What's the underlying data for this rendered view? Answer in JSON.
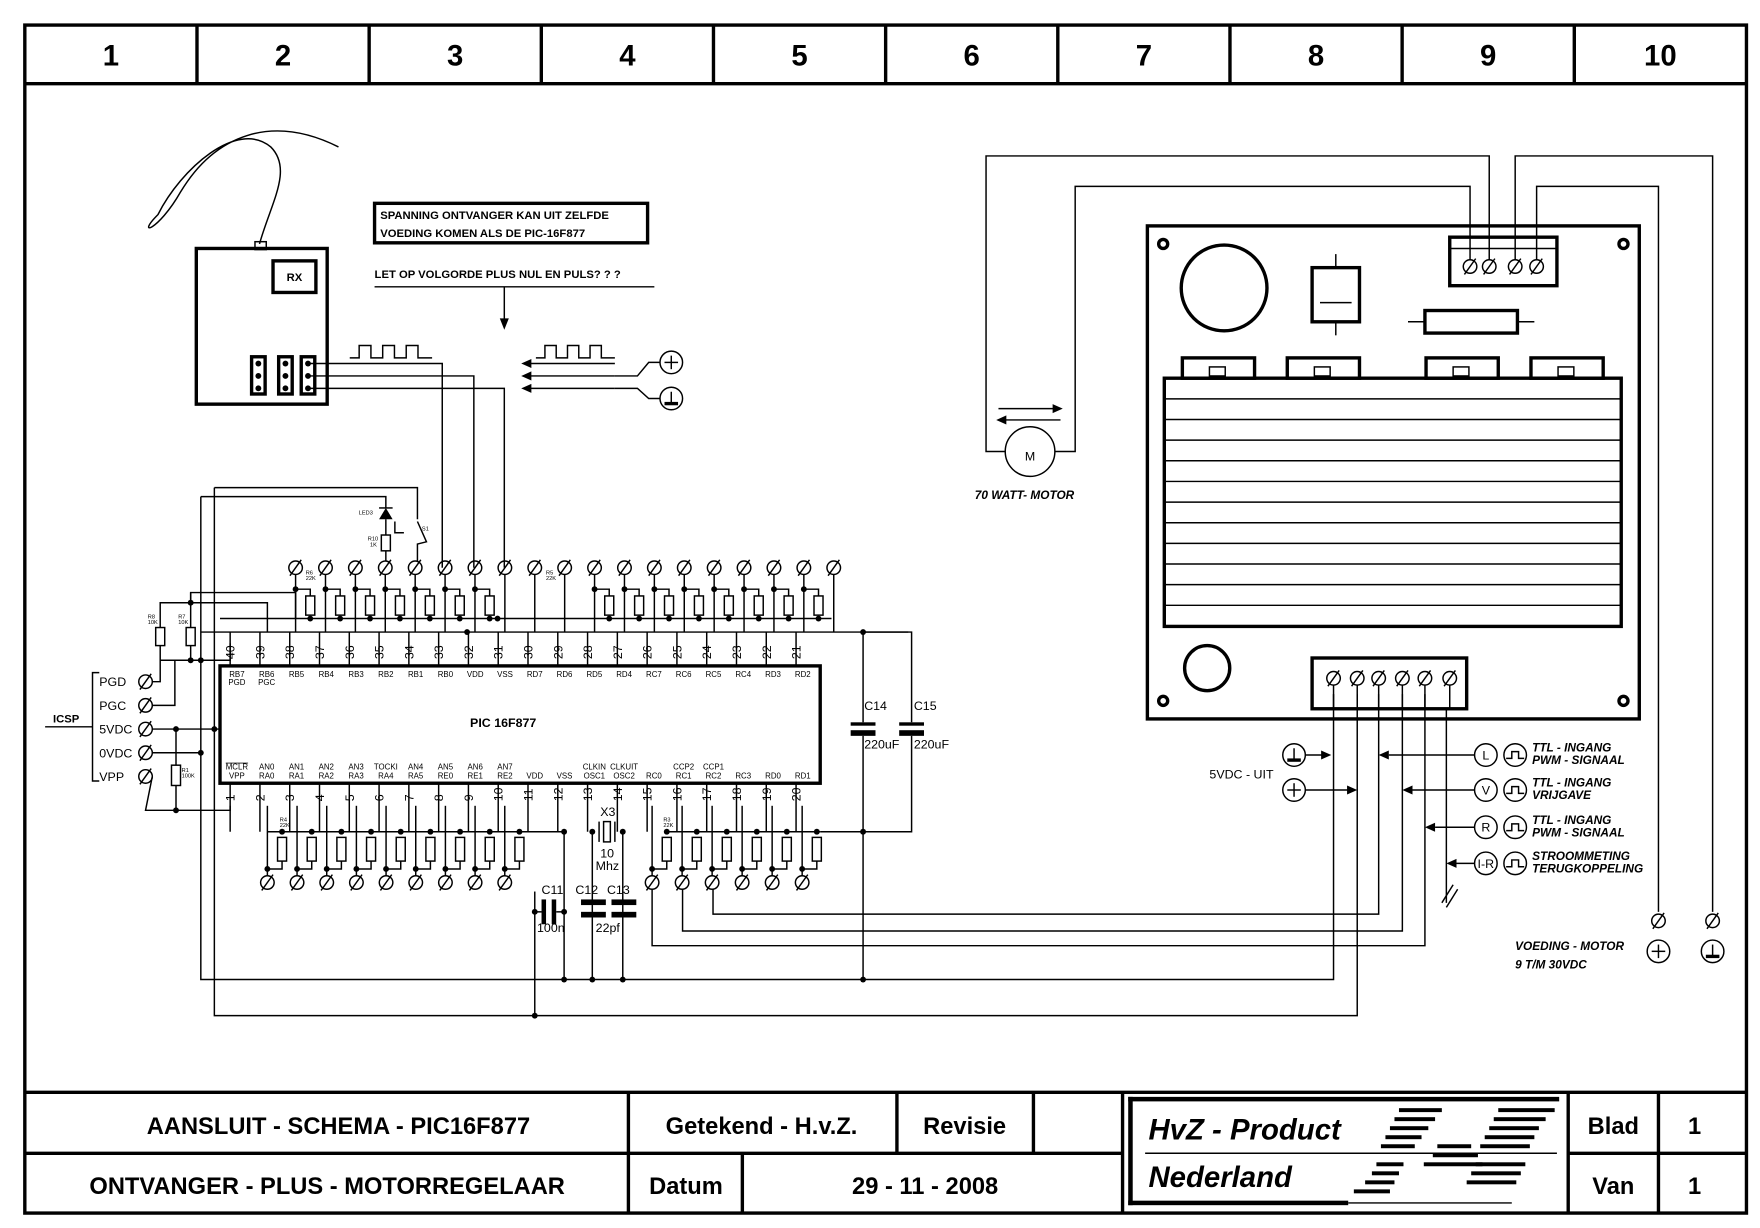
{
  "header": {
    "columns": [
      "1",
      "2",
      "3",
      "4",
      "5",
      "6",
      "7",
      "8",
      "9",
      "10"
    ]
  },
  "receiver": {
    "label": "RX"
  },
  "notes": {
    "box_line1": "SPANNING ONTVANGER KAN UIT ZELFDE",
    "box_line2": "VOEDING KOMEN ALS DE PIC-16F877",
    "warning": "LET OP VOLGORDE PLUS NUL EN PULS? ? ?"
  },
  "chip": {
    "name": "PIC 16F877",
    "top_pins": [
      {
        "num": "40",
        "name": "RB7",
        "alt": "PGD"
      },
      {
        "num": "39",
        "name": "RB6",
        "alt": "PGC"
      },
      {
        "num": "38",
        "name": "RB5",
        "alt": ""
      },
      {
        "num": "37",
        "name": "RB4",
        "alt": ""
      },
      {
        "num": "36",
        "name": "RB3",
        "alt": ""
      },
      {
        "num": "35",
        "name": "RB2",
        "alt": ""
      },
      {
        "num": "34",
        "name": "RB1",
        "alt": ""
      },
      {
        "num": "33",
        "name": "RB0",
        "alt": ""
      },
      {
        "num": "32",
        "name": "VDD",
        "alt": ""
      },
      {
        "num": "31",
        "name": "VSS",
        "alt": ""
      },
      {
        "num": "30",
        "name": "RD7",
        "alt": ""
      },
      {
        "num": "29",
        "name": "RD6",
        "alt": ""
      },
      {
        "num": "28",
        "name": "RD5",
        "alt": ""
      },
      {
        "num": "27",
        "name": "RD4",
        "alt": ""
      },
      {
        "num": "26",
        "name": "RC7",
        "alt": ""
      },
      {
        "num": "25",
        "name": "RC6",
        "alt": ""
      },
      {
        "num": "24",
        "name": "RC5",
        "alt": ""
      },
      {
        "num": "23",
        "name": "RC4",
        "alt": ""
      },
      {
        "num": "22",
        "name": "RD3",
        "alt": ""
      },
      {
        "num": "21",
        "name": "RD2",
        "alt": ""
      }
    ],
    "bottom_pins": [
      {
        "num": "1",
        "upper": "MCLR",
        "lower": "VPP"
      },
      {
        "num": "2",
        "upper": "AN0",
        "lower": "RA0"
      },
      {
        "num": "3",
        "upper": "AN1",
        "lower": "RA1"
      },
      {
        "num": "4",
        "upper": "AN2",
        "lower": "RA2"
      },
      {
        "num": "5",
        "upper": "AN3",
        "lower": "RA3"
      },
      {
        "num": "6",
        "upper": "TOCKI",
        "lower": "RA4"
      },
      {
        "num": "7",
        "upper": "AN4",
        "lower": "RA5"
      },
      {
        "num": "8",
        "upper": "AN5",
        "lower": "RE0"
      },
      {
        "num": "9",
        "upper": "AN6",
        "lower": "RE1"
      },
      {
        "num": "10",
        "upper": "AN7",
        "lower": "RE2"
      },
      {
        "num": "11",
        "upper": "",
        "lower": "VDD"
      },
      {
        "num": "12",
        "upper": "",
        "lower": "VSS"
      },
      {
        "num": "13",
        "upper": "CLKIN",
        "lower": "OSC1"
      },
      {
        "num": "14",
        "upper": "CLKUIT",
        "lower": "OSC2"
      },
      {
        "num": "15",
        "upper": "",
        "lower": "RC0"
      },
      {
        "num": "16",
        "upper": "CCP2",
        "lower": "RC1"
      },
      {
        "num": "17",
        "upper": "CCP1",
        "lower": "RC2"
      },
      {
        "num": "18",
        "upper": "",
        "lower": "RC3"
      },
      {
        "num": "19",
        "upper": "",
        "lower": "RD0"
      },
      {
        "num": "20",
        "upper": "",
        "lower": "RD1"
      }
    ]
  },
  "components": {
    "led": "LED3",
    "switch": "S1",
    "r10": {
      "name": "R10",
      "value": "1K"
    },
    "r6": {
      "name": "R6",
      "value": "22K"
    },
    "r5": {
      "name": "R5",
      "value": "22K"
    },
    "r4": {
      "name": "R4",
      "value": "22K"
    },
    "r3": {
      "name": "R3",
      "value": "22K"
    },
    "r8": {
      "name": "R8",
      "value": "10K"
    },
    "r7": {
      "name": "R7",
      "value": "10K"
    },
    "r1": {
      "name": "R1",
      "value": "100K"
    },
    "x3": {
      "name": "X3",
      "value1": "10",
      "value2": "Mhz"
    },
    "c11": {
      "name": "C11",
      "value": "100n"
    },
    "c12": {
      "name": "C12"
    },
    "c13": {
      "name": "C13"
    },
    "c1213_value": "22pf",
    "c14": {
      "name": "C14",
      "value": "220uF"
    },
    "c15": {
      "name": "C15",
      "value": "220uF"
    }
  },
  "icsp": {
    "label": "ICSP",
    "pins": [
      "PGD",
      "PGC",
      "5VDC",
      "0VDC",
      "VPP"
    ]
  },
  "motor": {
    "symbol": "M",
    "label": "70 WATT- MOTOR"
  },
  "controller": {
    "out_label": "5VDC - UIT",
    "signals": [
      {
        "code": "L",
        "line1": "TTL - INGANG",
        "line2": "PWM - SIGNAAL"
      },
      {
        "code": "V",
        "line1": "TTL - INGANG",
        "line2": "VRIJGAVE"
      },
      {
        "code": "R",
        "line1": "TTL - INGANG",
        "line2": "PWM - SIGNAAL"
      },
      {
        "code": "I-R",
        "line1": "STROOMMETING",
        "line2": "TERUGKOPPELING"
      }
    ],
    "supply_line1": "VOEDING - MOTOR",
    "supply_line2": "9 T/M 30VDC"
  },
  "title_block": {
    "title1": "AANSLUIT - SCHEMA - PIC16F877",
    "title2": "ONTVANGER - PLUS - MOTORREGELAAR",
    "drawn": "Getekend - H.v.Z.",
    "revision": "Revisie",
    "date_label": "Datum",
    "date": "29 - 11 - 2008",
    "company1": "HvZ - Product",
    "company2": "Nederland",
    "sheet_label": "Blad",
    "sheet": "1",
    "of_label": "Van",
    "of": "1"
  }
}
